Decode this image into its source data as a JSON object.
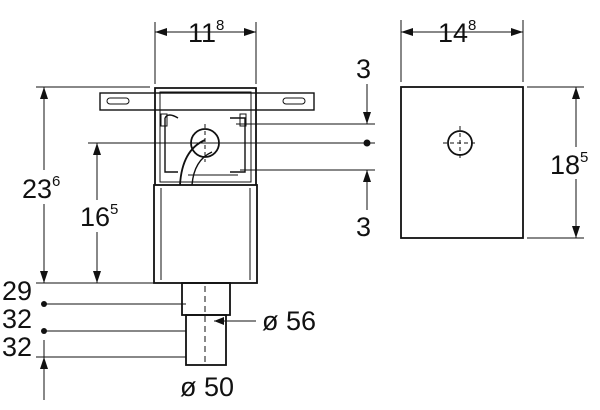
{
  "dimensions": {
    "box_width": {
      "main": "11",
      "sup": "8"
    },
    "cover_width": {
      "main": "14",
      "sup": "8"
    },
    "top_offset": "3",
    "bottom_offset": "3",
    "total_height": {
      "main": "23",
      "sup": "6"
    },
    "inner_height": {
      "main": "16",
      "sup": "5"
    },
    "cover_height": {
      "main": "18",
      "sup": "5"
    },
    "left_stack": [
      "29",
      "32",
      "32"
    ],
    "outer_pipe": "ø 56",
    "inner_pipe": "ø 50"
  }
}
